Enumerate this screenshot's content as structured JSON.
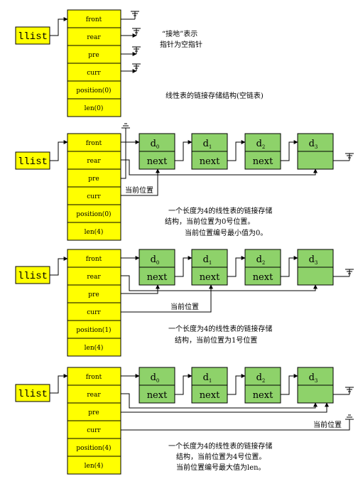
{
  "header_var": "llist",
  "cells": [
    "front",
    "rear",
    "pre",
    "curr",
    "position(0)",
    "len(0)",
    "position(1)",
    "position(4)",
    "len(4)"
  ],
  "node": {
    "d": "d",
    "next": "next",
    "subs": [
      "0",
      "1",
      "2",
      "3"
    ]
  },
  "colors": {
    "yellow": "#FFFF00",
    "green": "#8ED26A",
    "line": "#000000"
  },
  "annotations": {
    "ground_note_1": "“接地”表示",
    "ground_note_2": "指针为空指针",
    "caption_1": "线性表的链接存储结构(空链表)",
    "curr_label": "当前位置",
    "caption_2_1": "一个长度为4的线性表的链接存储",
    "caption_2_2": "结构，当前位置为0号位置。",
    "caption_2_3": "当前位置编号最小值为0。",
    "caption_3_1": "一个长度为4的线性表的链接存储",
    "caption_3_2": "结构，当前位置为1号位置",
    "caption_4_1": "一个长度为4的线性表的链接存储",
    "caption_4_2": "结构，当前位置为4号位置。",
    "caption_4_3": "当前位置编号最大值为len。"
  }
}
